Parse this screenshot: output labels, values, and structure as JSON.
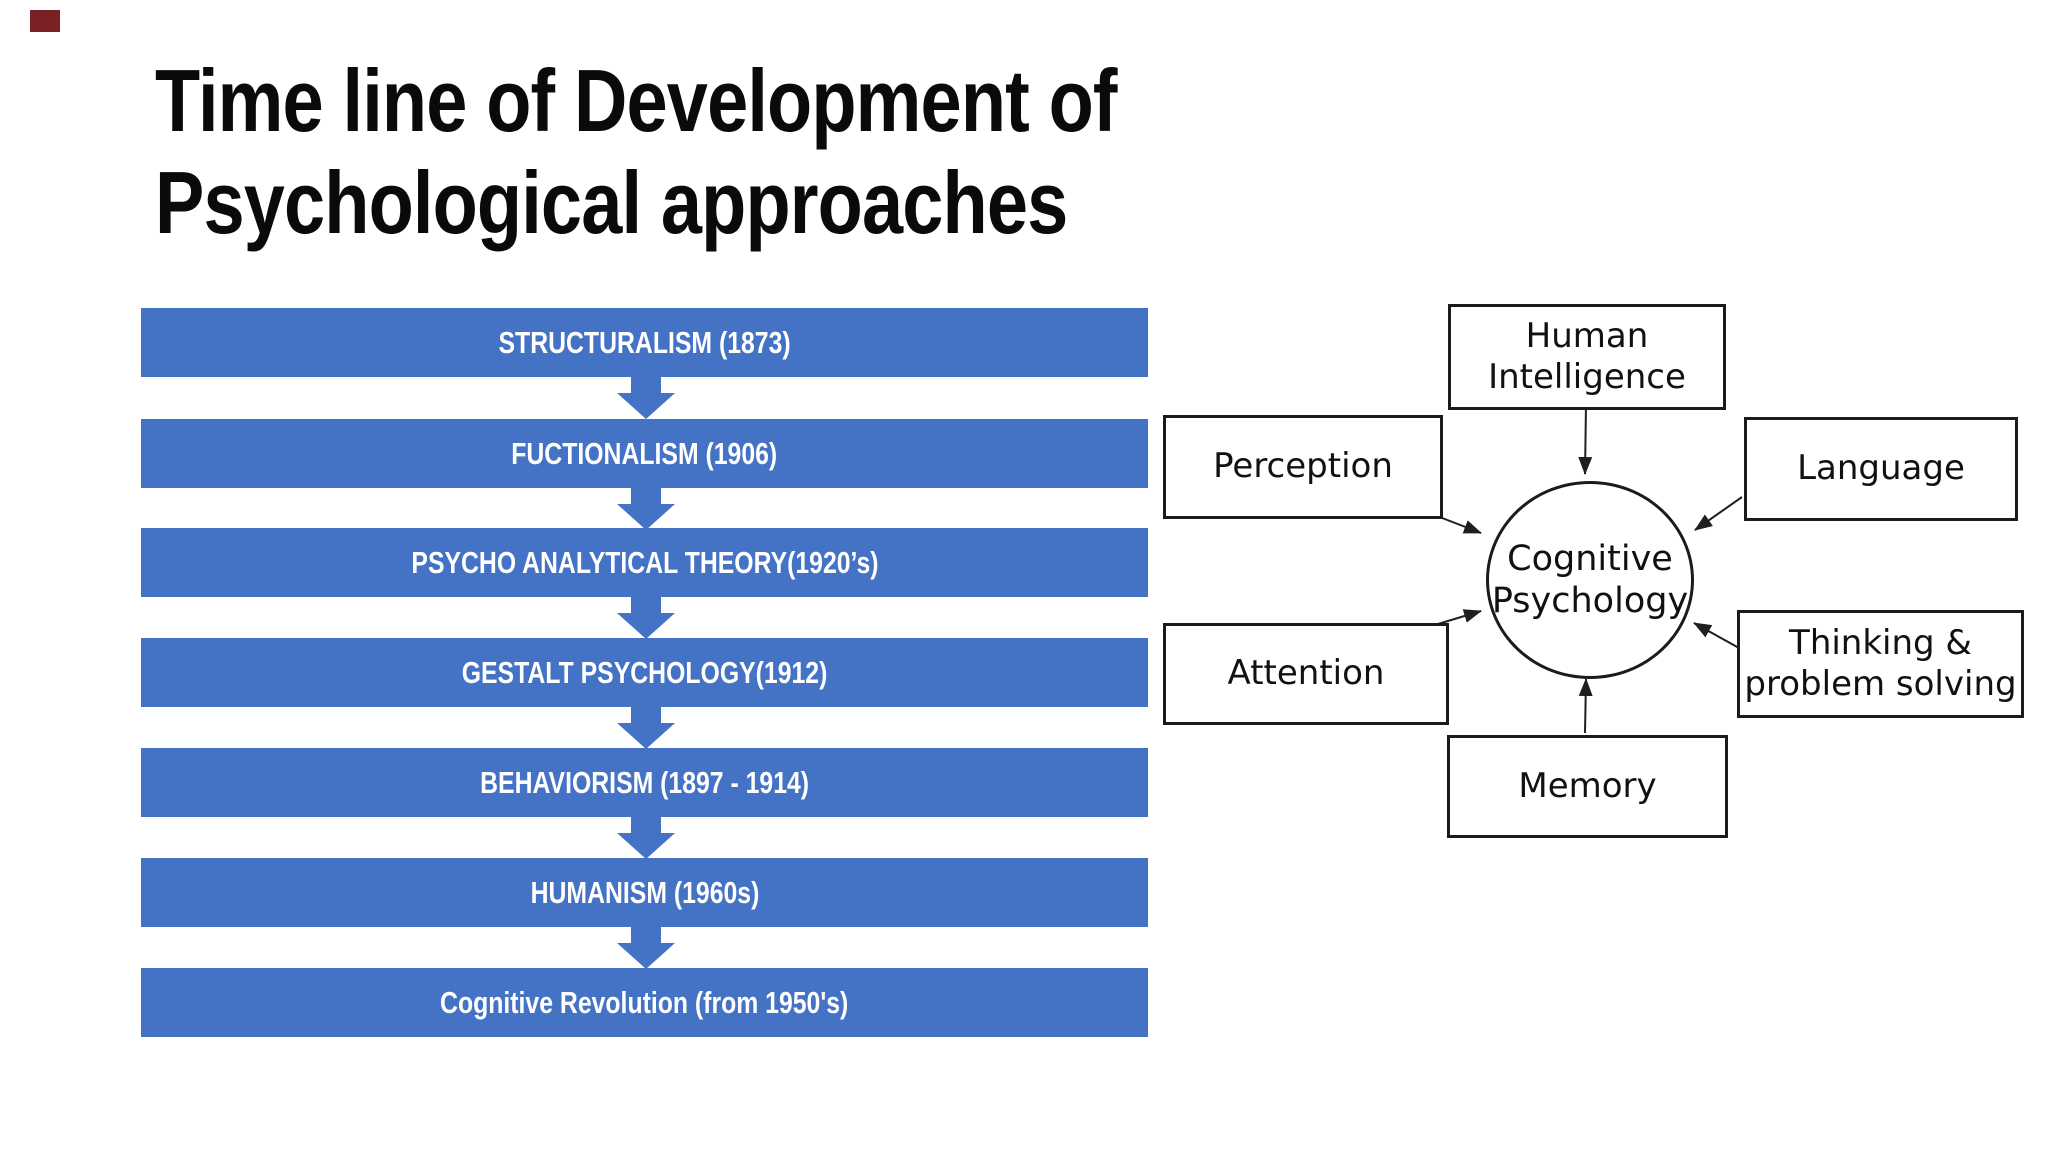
{
  "slide": {
    "title": "Time line of Development of\nPsychological approaches"
  },
  "timeline": {
    "bar_color": "#4472C4",
    "text_color": "#FFFFFF",
    "items": [
      {
        "label": "STRUCTURALISM (1873)"
      },
      {
        "label": "FUCTIONALISM (1906)"
      },
      {
        "label": "PSYCHO ANALYTICAL THEORY(1920’s)"
      },
      {
        "label": "GESTALT PSYCHOLOGY(1912)"
      },
      {
        "label": "BEHAVIORISM (1897 - 1914)"
      },
      {
        "label": "HUMANISM (1960s)"
      },
      {
        "label": "Cognitive Revolution (from 1950's)"
      }
    ]
  },
  "diagram": {
    "center_label": "Cognitive\nPsychology",
    "line_color": "#1f1f1f",
    "nodes": [
      {
        "label": "Human\nIntelligence"
      },
      {
        "label": "Perception"
      },
      {
        "label": "Language"
      },
      {
        "label": "Attention"
      },
      {
        "label": "Thinking &\nproblem solving"
      },
      {
        "label": "Memory"
      }
    ]
  },
  "decor": {
    "corner_marker_color": "#7B2125"
  }
}
